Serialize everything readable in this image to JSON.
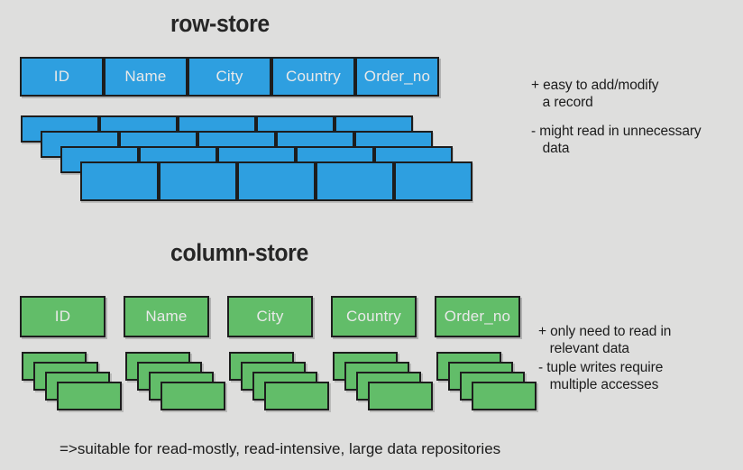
{
  "background_color": "#dededd",
  "colors": {
    "row_store_fill": "#2e9fe0",
    "column_store_fill": "#62bd69",
    "box_border": "#1d1d1d",
    "label_text": "#e9e9e9",
    "body_text": "#1c1c1c",
    "title_text": "#262626"
  },
  "row_store": {
    "title": "row-store",
    "columns": [
      "ID",
      "Name",
      "City",
      "Country",
      "Order_no"
    ],
    "record_count": 4,
    "cells_per_record": 5,
    "notes": {
      "pro": "+ easy to add/modify\n   a record",
      "con": "- might read in unnecessary\n   data"
    }
  },
  "column_store": {
    "title": "column-store",
    "columns": [
      "ID",
      "Name",
      "City",
      "Country",
      "Order_no"
    ],
    "cards_per_column": 4,
    "notes": {
      "pro": "+ only need to read in\n   relevant data",
      "con": "- tuple writes require\n   multiple accesses"
    }
  },
  "footer": {
    "text": "=>suitable for read-mostly, read-intensive, large data repositories"
  }
}
